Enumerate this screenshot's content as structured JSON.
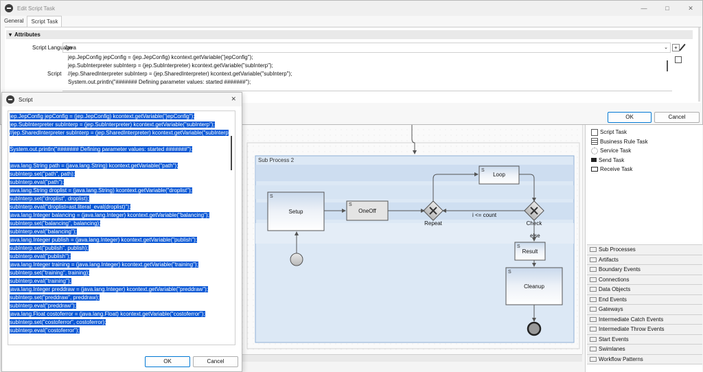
{
  "main_window": {
    "title": "Edit Script Task",
    "tabs": [
      "General",
      "Script Task"
    ],
    "section_title": "Attributes",
    "script_language_label": "Script Language",
    "script_language_value": "Java",
    "script_label": "Script",
    "script_preview": [
      "jep.JepConfig jepConfig = (jep.JepConfig) kcontext.getVariable(\"jepConfig\");",
      "jep.SubInterpreter subInterp = (jep.SubInterpreter) kcontext.getVariable(\"subInterp\");",
      "//jep.SharedInterpreter subInterp = (jep.SharedInterpreter) kcontext.getVariable(\"subInterp\");",
      "",
      "System.out.println(\"####### Defining parameter values: started #######\");"
    ],
    "ok": "OK",
    "cancel": "Cancel",
    "win_min": "—",
    "win_max": "□",
    "win_close": "✕"
  },
  "script_dialog": {
    "title": "Script",
    "close": "✕",
    "lines": [
      "jep.JepConfig jepConfig = (jep.JepConfig) kcontext.getVariable(\"jepConfig\");",
      "jep.SubInterpreter subInterp = (jep.SubInterpreter) kcontext.getVariable(\"subInterp\");",
      "//jep.SharedInterpreter subInterp = (jep.SharedInterpreter) kcontext.getVariable(\"subInterp",
      "",
      "System.out.println(\"####### Defining parameter values: started #######\");",
      "",
      "java.lang.String path = (java.lang.String) kcontext.getVariable(\"path\");",
      "subInterp.set(\"path\", path);",
      "subInterp.eval(\"path\");",
      "java.lang.String droplist = (java.lang.String) kcontext.getVariable(\"droplist\");",
      "subInterp.set(\"droplist\", droplist);",
      "subInterp.eval(\"droplist=ast.literal_eval(droplist)\");",
      "java.lang.Integer balancing = (java.lang.Integer) kcontext.getVariable(\"balancing\");",
      "subInterp.set(\"balancing\", balancing);",
      "subInterp.eval(\"balancing\");",
      "java.lang.Integer publish = (java.lang.Integer) kcontext.getVariable(\"publish\");",
      "subInterp.set(\"publish\", publish);",
      "subInterp.eval(\"publish\");",
      "java.lang.Integer training = (java.lang.Integer) kcontext.getVariable(\"training\");",
      "subInterp.set(\"training\", training);",
      "subInterp.eval(\"training\");",
      "java.lang.Integer preddraw = (java.lang.Integer) kcontext.getVariable(\"preddraw\");",
      "subInterp.set(\"preddraw\", preddraw);",
      "subInterp.eval(\"preddraw\");",
      "java.lang.Float costoferror = (java.lang.Float) kcontext.getVariable(\"costoferror\");",
      "subInterp.set(\"costoferror\", costoferror);",
      "subInterp.eval(\"costoferror\");"
    ],
    "ok": "OK",
    "cancel": "Cancel"
  },
  "diagram": {
    "subprocess_label": "Sub Process 2",
    "nodes": {
      "setup": "Setup",
      "oneoff": "OneOff",
      "repeat": "Repeat",
      "loop": "Loop",
      "check": "Check",
      "result": "Result",
      "cleanup": "Cleanup"
    },
    "edge_labels": {
      "cond": "i <= count",
      "else": "else"
    }
  },
  "palette": {
    "items": [
      "Script Task",
      "Business Rule Task",
      "Service Task",
      "Send Task",
      "Receive Task"
    ],
    "categories": [
      "Sub Processes",
      "Artifacts",
      "Boundary Events",
      "Connections",
      "Data Objects",
      "End Events",
      "Gateways",
      "Intermediate Catch Events",
      "Intermediate Throw Events",
      "Start Events",
      "Swimlanes",
      "Workflow Patterns"
    ]
  }
}
